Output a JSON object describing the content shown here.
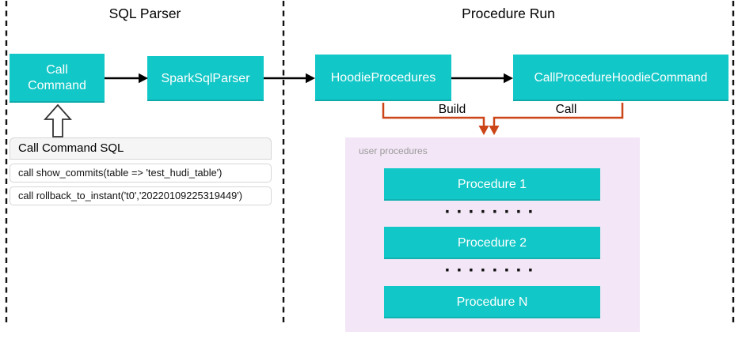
{
  "colors": {
    "teal": "#12c7c7",
    "orange": "#cb4518",
    "lavender": "#f3e6f6",
    "panel_header_bg": "#f5f5f5",
    "muted_gray": "#9a9a9a",
    "line_black": "#111111",
    "box_text": "#ffffff"
  },
  "sql_parser": {
    "title": "SQL Parser",
    "call_command_label": "Call Command",
    "spark_sql_parser_label": "SparkSqlParser",
    "sql_panel": {
      "header": "Call Command SQL",
      "rows": [
        "call show_commits(table => 'test_hudi_table')",
        "call rollback_to_instant('t0','20220109225319449')"
      ]
    }
  },
  "procedure_run": {
    "title": "Procedure Run",
    "hoodie_procedures_label": "HoodieProcedures",
    "call_procedure_label": "CallProcedureHoodieCommand",
    "build_arrow_label": "Build",
    "call_arrow_label": "Call",
    "user_procedures": {
      "label": "user procedures",
      "items": [
        "Procedure 1",
        "Procedure 2",
        "Procedure N"
      ],
      "dots": "········"
    }
  }
}
